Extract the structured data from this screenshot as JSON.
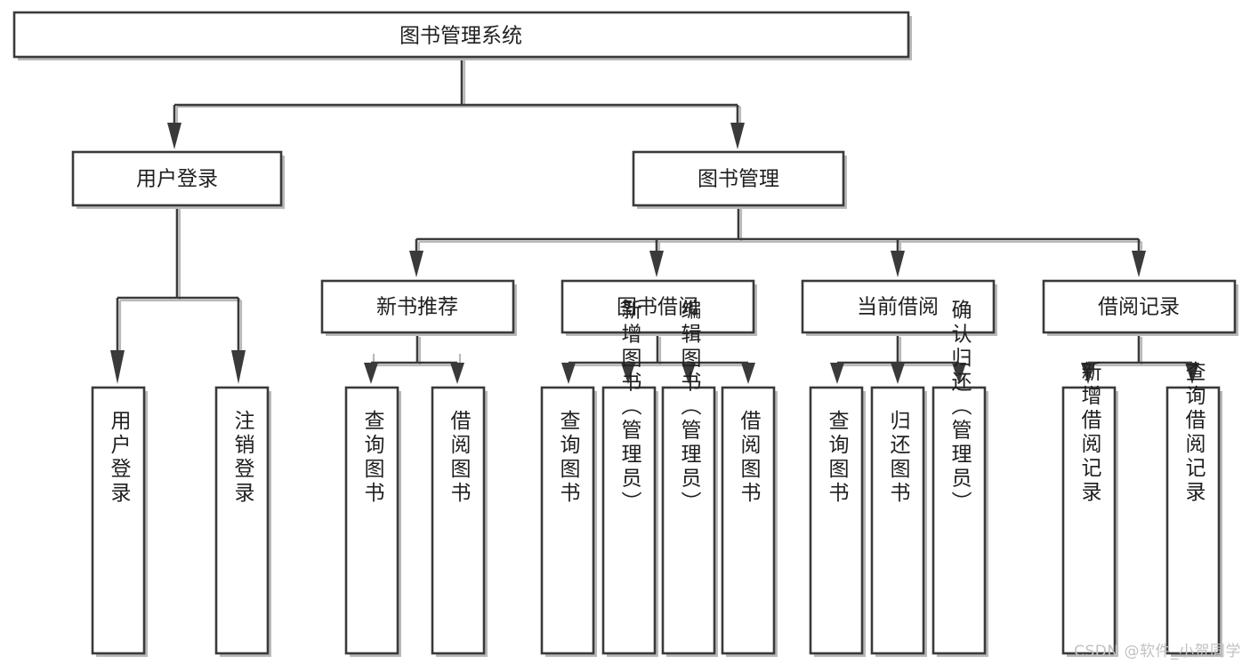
{
  "diagram": {
    "type": "tree-hierarchy-chart",
    "title": "图书管理系统",
    "watermark": "CSDN @软件_小贺同学",
    "colors": {
      "background": "#ffffff",
      "box_stroke": "#3a3a3a",
      "box_fill": "#ffffff",
      "text": "#1f1f1f",
      "shadow": "#b9b9b9",
      "watermark": "#c2c2c2"
    },
    "levels": {
      "root": {
        "label": "图书管理系统"
      },
      "level2": [
        {
          "label": "用户登录"
        },
        {
          "label": "图书管理"
        }
      ],
      "level3": [
        {
          "label": "新书推荐"
        },
        {
          "label": "图书借阅"
        },
        {
          "label": "当前借阅"
        },
        {
          "label": "借阅记录"
        }
      ],
      "leaves": {
        "user_login": [
          {
            "label": "用户登录"
          },
          {
            "label": "注销登录"
          }
        ],
        "new_book_recommend": [
          {
            "label": "查询图书"
          },
          {
            "label": "借阅图书"
          }
        ],
        "book_borrow": [
          {
            "label": "查询图书"
          },
          {
            "label": "新增图书（管理员）"
          },
          {
            "label": "编辑图书（管理员）"
          },
          {
            "label": "借阅图书"
          }
        ],
        "current_borrow": [
          {
            "label": "查询图书"
          },
          {
            "label": "归还图书"
          },
          {
            "label": "确认归还（管理员）"
          }
        ],
        "borrow_record": [
          {
            "label": "新增借阅记录"
          },
          {
            "label": "查询借阅记录"
          }
        ]
      }
    }
  }
}
